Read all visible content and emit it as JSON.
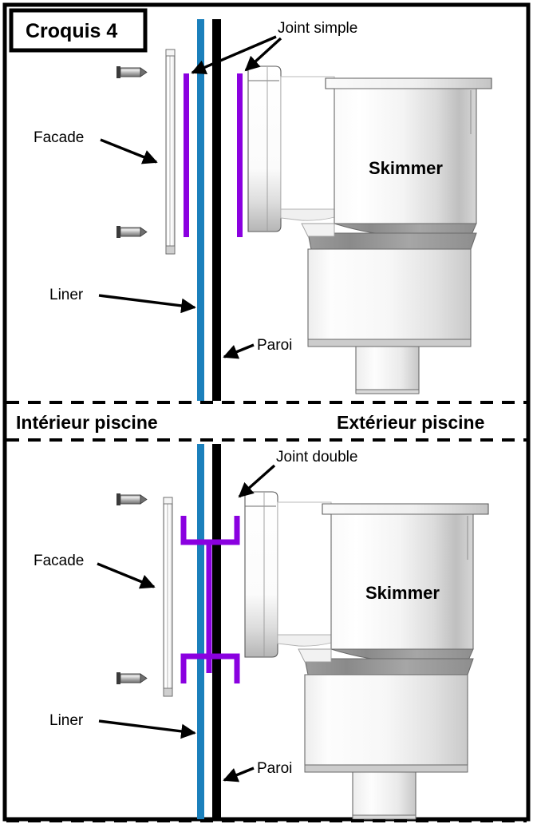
{
  "document": {
    "title": "Croquis 4",
    "language": "fr"
  },
  "colors": {
    "frame": "#000000",
    "liner": "#1B80BC",
    "paroi": "#000000",
    "joint": "#8A00E0",
    "background": "#FFFFFF",
    "skimmer_body_light": "#FCFCFC",
    "skimmer_body_shade": "#B9B9B9",
    "skimmer_collar": "#8C8C8C",
    "screw_metal": "#9A9A9A"
  },
  "title_box": {
    "label": "Croquis 4"
  },
  "divider": {
    "interior_label": "Intérieur piscine",
    "exterior_label": "Extérieur piscine"
  },
  "panels": [
    {
      "id": "panel-top",
      "variant": "joint-simple",
      "labels": {
        "joint": "Joint simple",
        "facade": "Facade",
        "liner": "Liner",
        "paroi": "Paroi",
        "skimmer": "Skimmer"
      },
      "screw_count": 2
    },
    {
      "id": "panel-bottom",
      "variant": "joint-double",
      "labels": {
        "joint": "Joint double",
        "facade": "Facade",
        "liner": "Liner",
        "paroi": "Paroi",
        "skimmer": "Skimmer"
      },
      "screw_count": 2
    }
  ]
}
